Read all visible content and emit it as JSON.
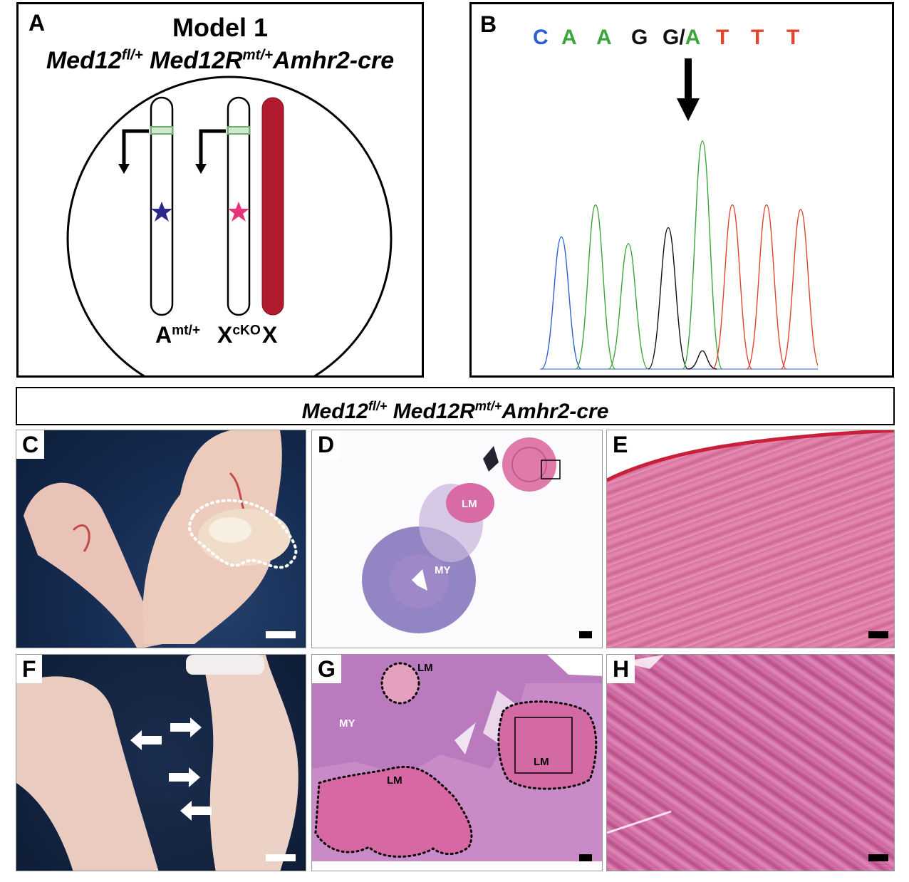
{
  "panelA": {
    "label": "A",
    "title": "Model 1",
    "genotype": {
      "g1": "Med12",
      "s1": "fl/+",
      "g2": "Med12R",
      "s2": "mt/+",
      "g3": "Amhr2-cre"
    },
    "chrom_labels": {
      "a_base": "A",
      "a_sup": "mt/+",
      "x1_base": "X",
      "x1_sup": "cKO",
      "x2": "X"
    },
    "colors": {
      "blue_star": "#2a2a8c",
      "pink_star": "#e8337a",
      "red_chrom": "#b01c2e",
      "green_band": "#7cc07c"
    }
  },
  "panelB": {
    "label": "B",
    "sequence": [
      {
        "text": "C",
        "color": "#2d5fd3"
      },
      {
        "text": "A",
        "color": "#3aa63a"
      },
      {
        "text": "A",
        "color": "#3aa63a"
      },
      {
        "text": "G",
        "color": "#111111"
      },
      {
        "text": "G/A",
        "color": "#111111",
        "accent": "A",
        "accent_color": "#3aa63a"
      },
      {
        "text": "T",
        "color": "#e0452e"
      },
      {
        "text": "T",
        "color": "#e0452e"
      },
      {
        "text": "T",
        "color": "#e0452e"
      }
    ],
    "chromatogram_peaks": [
      {
        "base": "C",
        "color": "#2d5fd3",
        "height": 0.58
      },
      {
        "base": "A",
        "color": "#3aa63a",
        "height": 0.72
      },
      {
        "base": "A",
        "color": "#3aa63a",
        "height": 0.55
      },
      {
        "base": "G",
        "color": "#111111",
        "height": 0.62
      },
      {
        "base": "A",
        "color": "#3aa63a",
        "height": 1.0
      },
      {
        "base": "G",
        "color": "#111111",
        "height": 0.08
      },
      {
        "base": "T",
        "color": "#e0452e",
        "height": 0.72
      },
      {
        "base": "T",
        "color": "#e0452e",
        "height": 0.72
      },
      {
        "base": "T",
        "color": "#e0452e",
        "height": 0.7
      }
    ]
  },
  "banner": {
    "g1": "Med12",
    "s1": "fl/+",
    "g2": "Med12R",
    "s2": "mt/+",
    "g3": "Amhr2-cre"
  },
  "panels": {
    "C": {
      "label": "C"
    },
    "D": {
      "label": "D",
      "tags": [
        "LM",
        "MY"
      ]
    },
    "E": {
      "label": "E"
    },
    "F": {
      "label": "F"
    },
    "G": {
      "label": "G",
      "tags": [
        "LM",
        "MY",
        "LM",
        "LM"
      ]
    },
    "H": {
      "label": "H"
    }
  }
}
